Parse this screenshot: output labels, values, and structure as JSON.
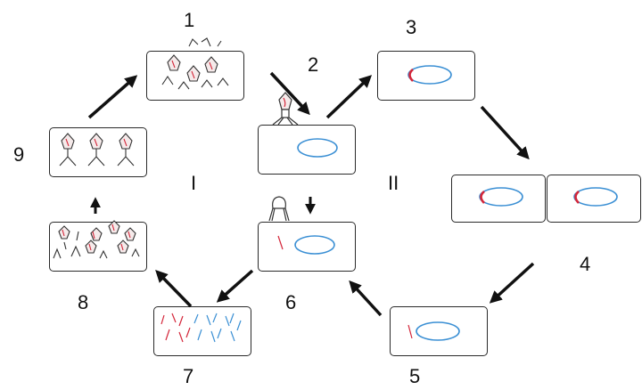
{
  "labels": {
    "stage_1": "1",
    "stage_2": "2",
    "stage_3": "3",
    "stage_4": "4",
    "stage_5": "5",
    "stage_6": "6",
    "stage_7": "7",
    "stage_8": "8",
    "stage_9": "9",
    "cycle_I": "I",
    "cycle_II": "II"
  },
  "colors": {
    "outline": "#2a2a2a",
    "arrow": "#111111",
    "bacterial_dna": "#3a8fd4",
    "phage_dna": "#d4263a",
    "phage_head": "#c98a8a"
  }
}
